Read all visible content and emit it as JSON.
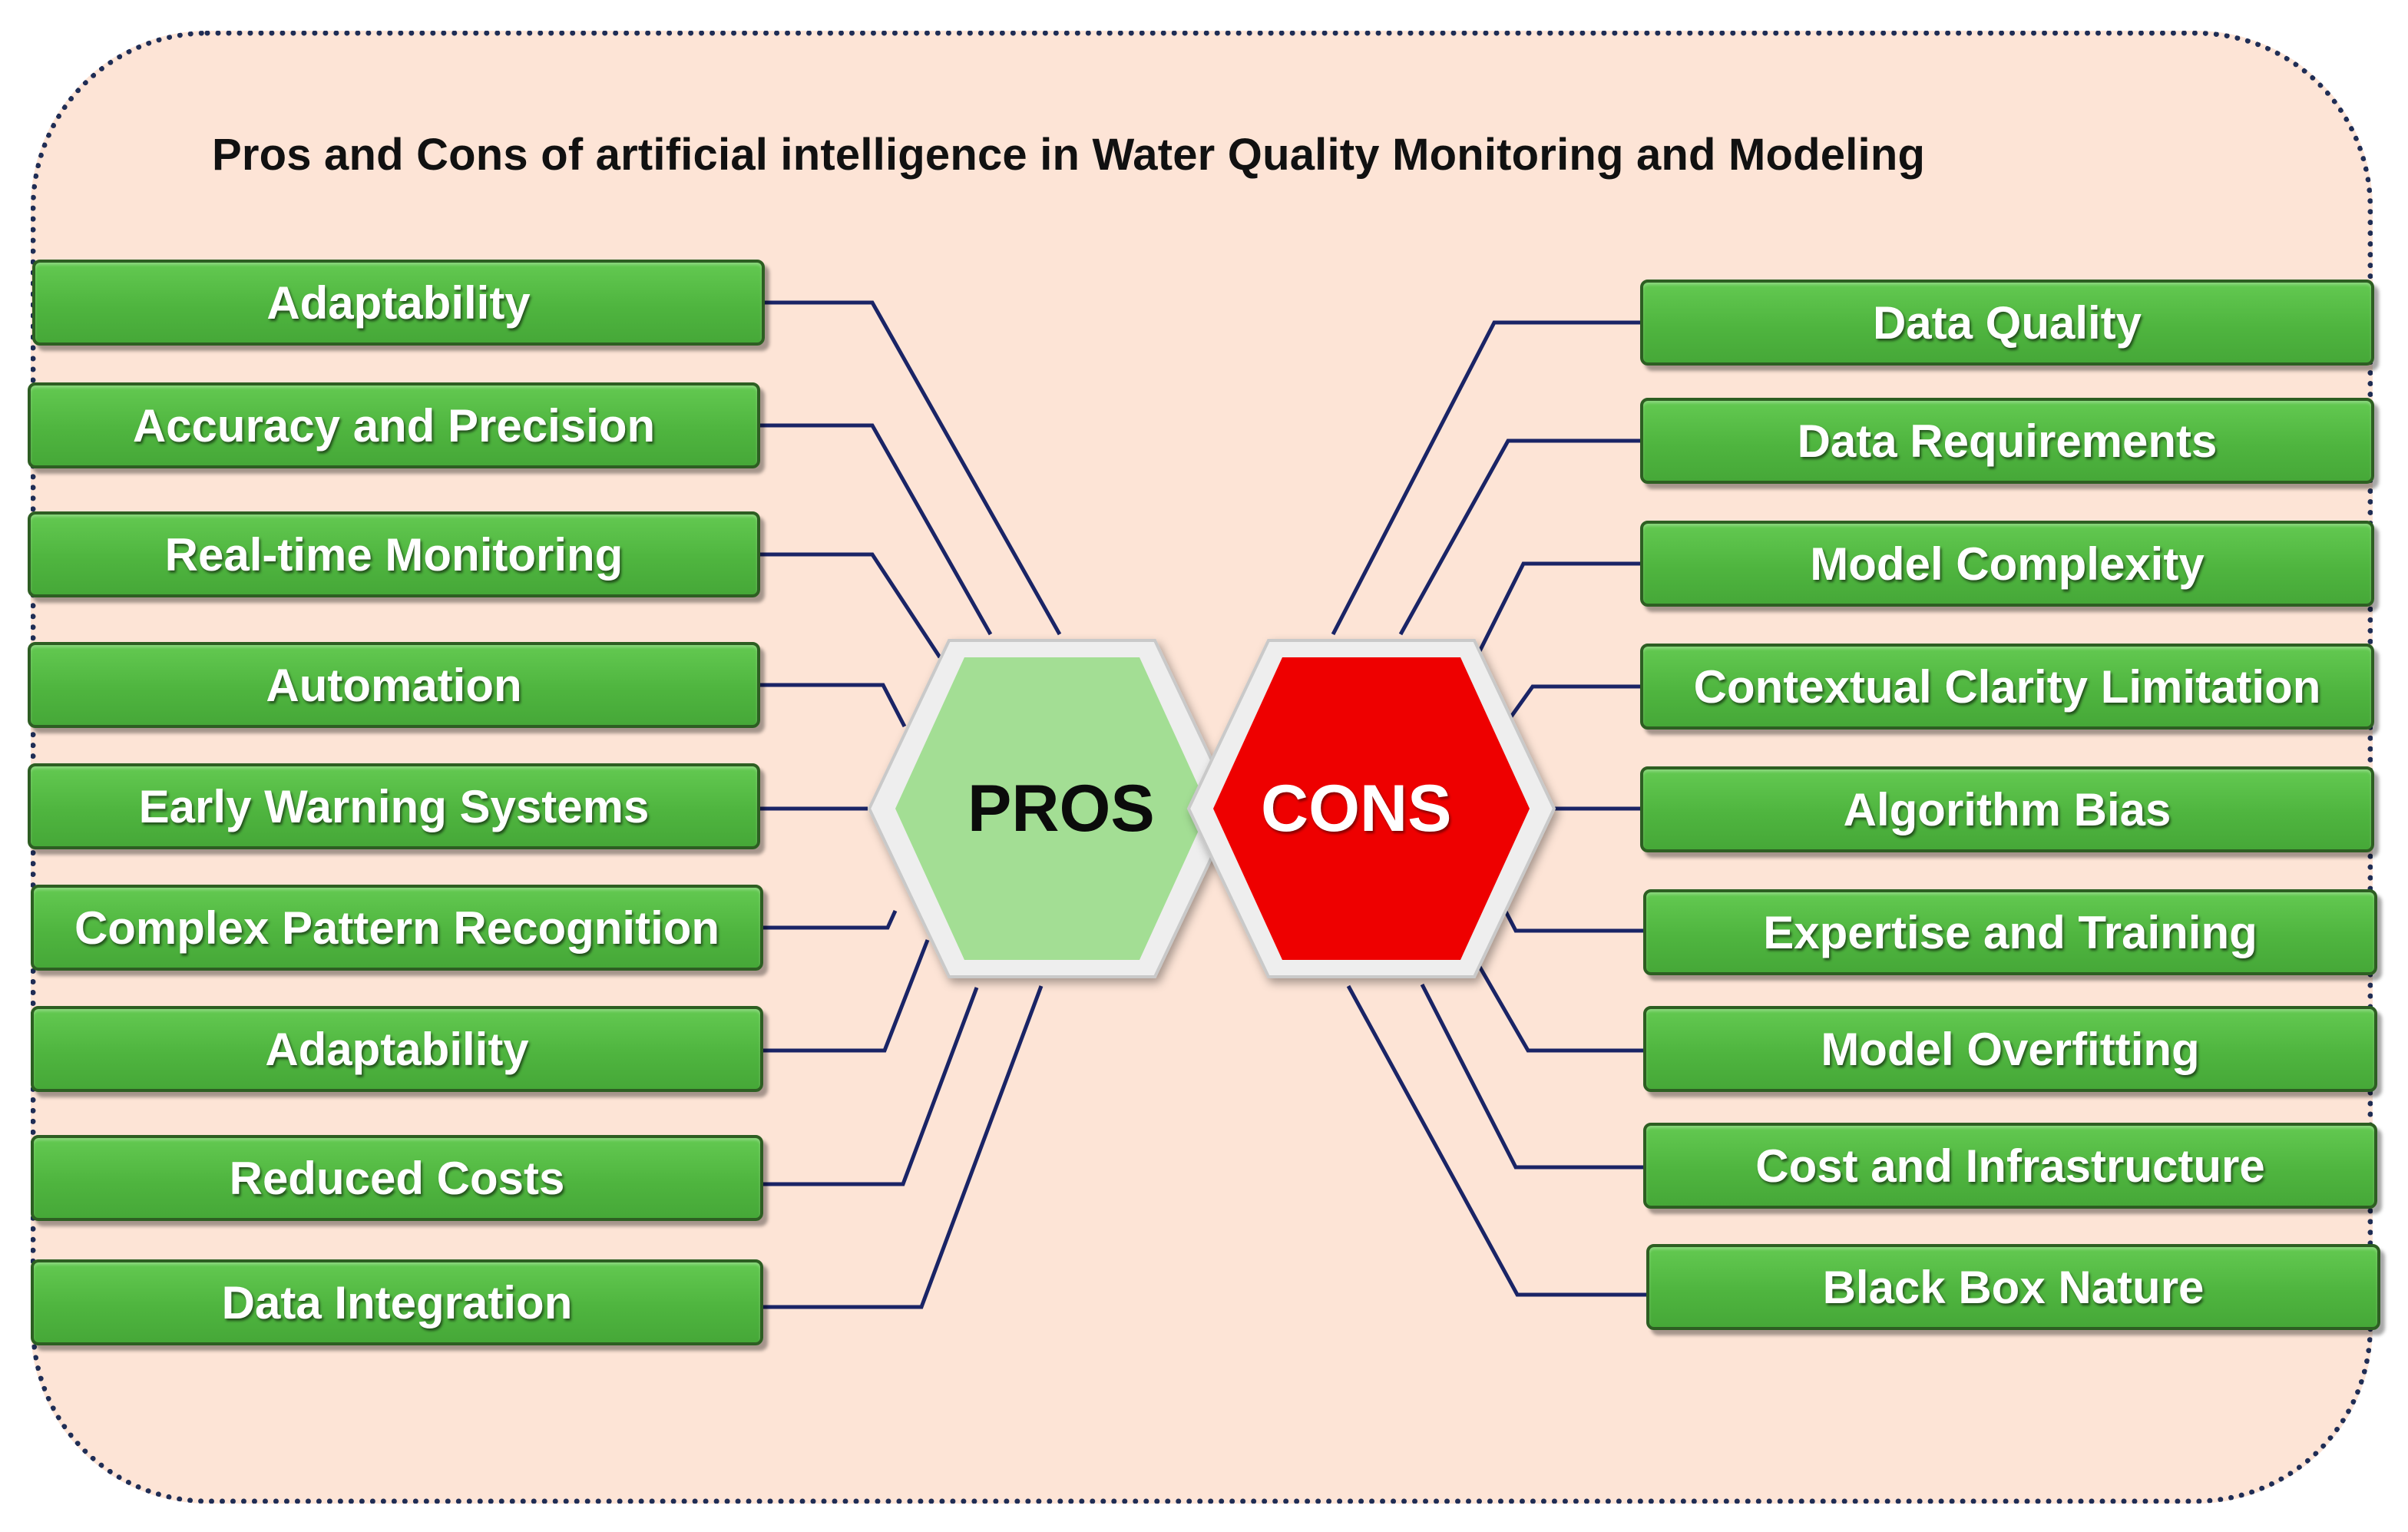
{
  "title": "Pros and Cons of artificial intelligence in Water Quality Monitoring and Modeling",
  "pros": {
    "label": "PROS",
    "color": "#a3de94",
    "items": [
      {
        "label": "Adaptability"
      },
      {
        "label": "Accuracy and Precision"
      },
      {
        "label": "Real-time Monitoring"
      },
      {
        "label": "Automation"
      },
      {
        "label": "Early Warning Systems"
      },
      {
        "label": "Complex Pattern Recognition"
      },
      {
        "label": "Adaptability"
      },
      {
        "label": "Reduced Costs"
      },
      {
        "label": "Data Integration"
      }
    ]
  },
  "cons": {
    "label": "CONS",
    "color": "#ee0000",
    "items": [
      {
        "label": "Data Quality"
      },
      {
        "label": "Data Requirements"
      },
      {
        "label": "Model Complexity"
      },
      {
        "label": "Contextual Clarity Limitation"
      },
      {
        "label": "Algorithm Bias"
      },
      {
        "label": "Expertise and Training"
      },
      {
        "label": "Model Overfitting"
      },
      {
        "label": "Cost and Infrastructure"
      },
      {
        "label": "Black Box Nature"
      }
    ]
  },
  "colors": {
    "background": "#fde4d6",
    "border": "#1f2d55",
    "box_fill": "#51b843",
    "connector": "#1a2466"
  }
}
